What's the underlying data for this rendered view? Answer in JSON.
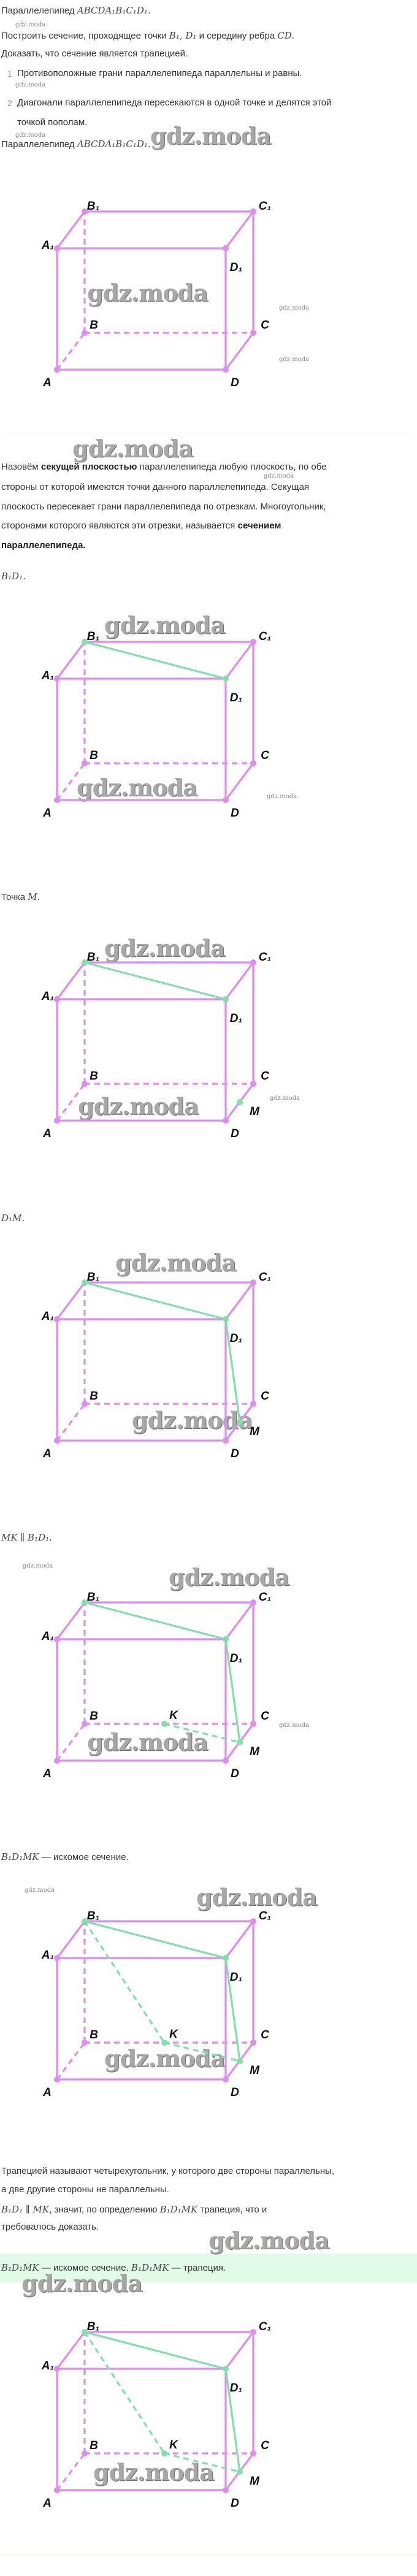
{
  "lines": [
    {
      "segments": [
        {
          "text": "Параллелепипед "
        },
        {
          "text": "ABCDA₁B₁C₁D₁.",
          "style": "math"
        }
      ]
    },
    {
      "segments": [
        {
          "text": "Построить сечение, проходящее точки "
        },
        {
          "text": "B₁, D₁",
          "style": "math"
        },
        {
          "text": " и середину ребра "
        },
        {
          "text": "CD.",
          "style": "math"
        }
      ]
    },
    {
      "segments": [
        {
          "text": "Доказать, что сечение является трапецией."
        }
      ]
    },
    {
      "segments": [
        {
          "text": "Противоположные грани параллелепипеда параллельны и равны."
        }
      ]
    },
    {
      "segments": [
        {
          "text": "Диагонали параллелепипеда пересекаются в одной точке и делятся этой"
        }
      ]
    },
    {
      "segments": [
        {
          "text": "точкой пополам."
        }
      ]
    },
    {
      "segments": [
        {
          "text": "Параллелепипед "
        },
        {
          "text": "ABCDA₁B₁C₁D₁.",
          "style": "math"
        }
      ]
    },
    {
      "segments": [
        {
          "text": "Назовём "
        },
        {
          "text": "секущей плоскостью",
          "style": "bold"
        },
        {
          "text": " параллелепипеда любую плоскость, по обе"
        }
      ]
    },
    {
      "segments": [
        {
          "text": "стороны от которой имеются точки данного параллелепипеда. Секущая"
        }
      ]
    },
    {
      "segments": [
        {
          "text": "плоскость пересекает грани параллелепипеда по отрезкам. Многоугольник,"
        }
      ]
    },
    {
      "segments": [
        {
          "text": "сторонами которого являются эти отрезки, называется "
        },
        {
          "text": "сечением",
          "style": "bold"
        }
      ]
    },
    {
      "segments": [
        {
          "text": "параллелепипеда.",
          "style": "bold"
        }
      ]
    },
    {
      "segments": [
        {
          "text": "B₁D₁.",
          "style": "math"
        }
      ]
    },
    {
      "segments": [
        {
          "text": "Точка "
        },
        {
          "text": "M.",
          "style": "math"
        }
      ]
    },
    {
      "segments": [
        {
          "text": "D₁M.",
          "style": "math"
        }
      ]
    },
    {
      "segments": [
        {
          "text": "MK ∥ B₁D₁.",
          "style": "math"
        }
      ]
    },
    {
      "segments": [
        {
          "text": "B₁D₁MK",
          "style": "math"
        },
        {
          "text": " — искомое сечение."
        }
      ]
    },
    {
      "segments": [
        {
          "text": "Трапецией называют четырехугольник, у которого две стороны параллельны,"
        }
      ]
    },
    {
      "segments": [
        {
          "text": "а две другие стороны не параллельны."
        }
      ]
    },
    {
      "segments": [
        {
          "text": "B₁D₁ ∥ MK",
          "style": "math"
        },
        {
          "text": ", значит, по определению "
        },
        {
          "text": "B₁D₁MK",
          "style": "math"
        },
        {
          "text": " трапеция, что и"
        }
      ]
    },
    {
      "segments": [
        {
          "text": "требовалось доказать."
        }
      ]
    },
    {
      "segments": [
        {
          "text": "B₁D₁MK",
          "style": "math"
        },
        {
          "text": " — искомое сечение. "
        },
        {
          "text": "B₁D₁MK",
          "style": "math"
        },
        {
          "text": " — трапеция."
        }
      ]
    }
  ],
  "list_numbers": [
    "1",
    "2"
  ],
  "watermark": "gdz.moda",
  "figure_labels": {
    "A": "A",
    "B": "B",
    "C": "C",
    "D": "D",
    "A1": "A₁",
    "B1": "B₁",
    "C1": "C₁",
    "D1": "D₁",
    "M": "M",
    "K": "K"
  },
  "colors": {
    "edge": "#de8cf0",
    "section": "#7fe0a8",
    "band": "#e2fbe8",
    "text": "#333333"
  }
}
